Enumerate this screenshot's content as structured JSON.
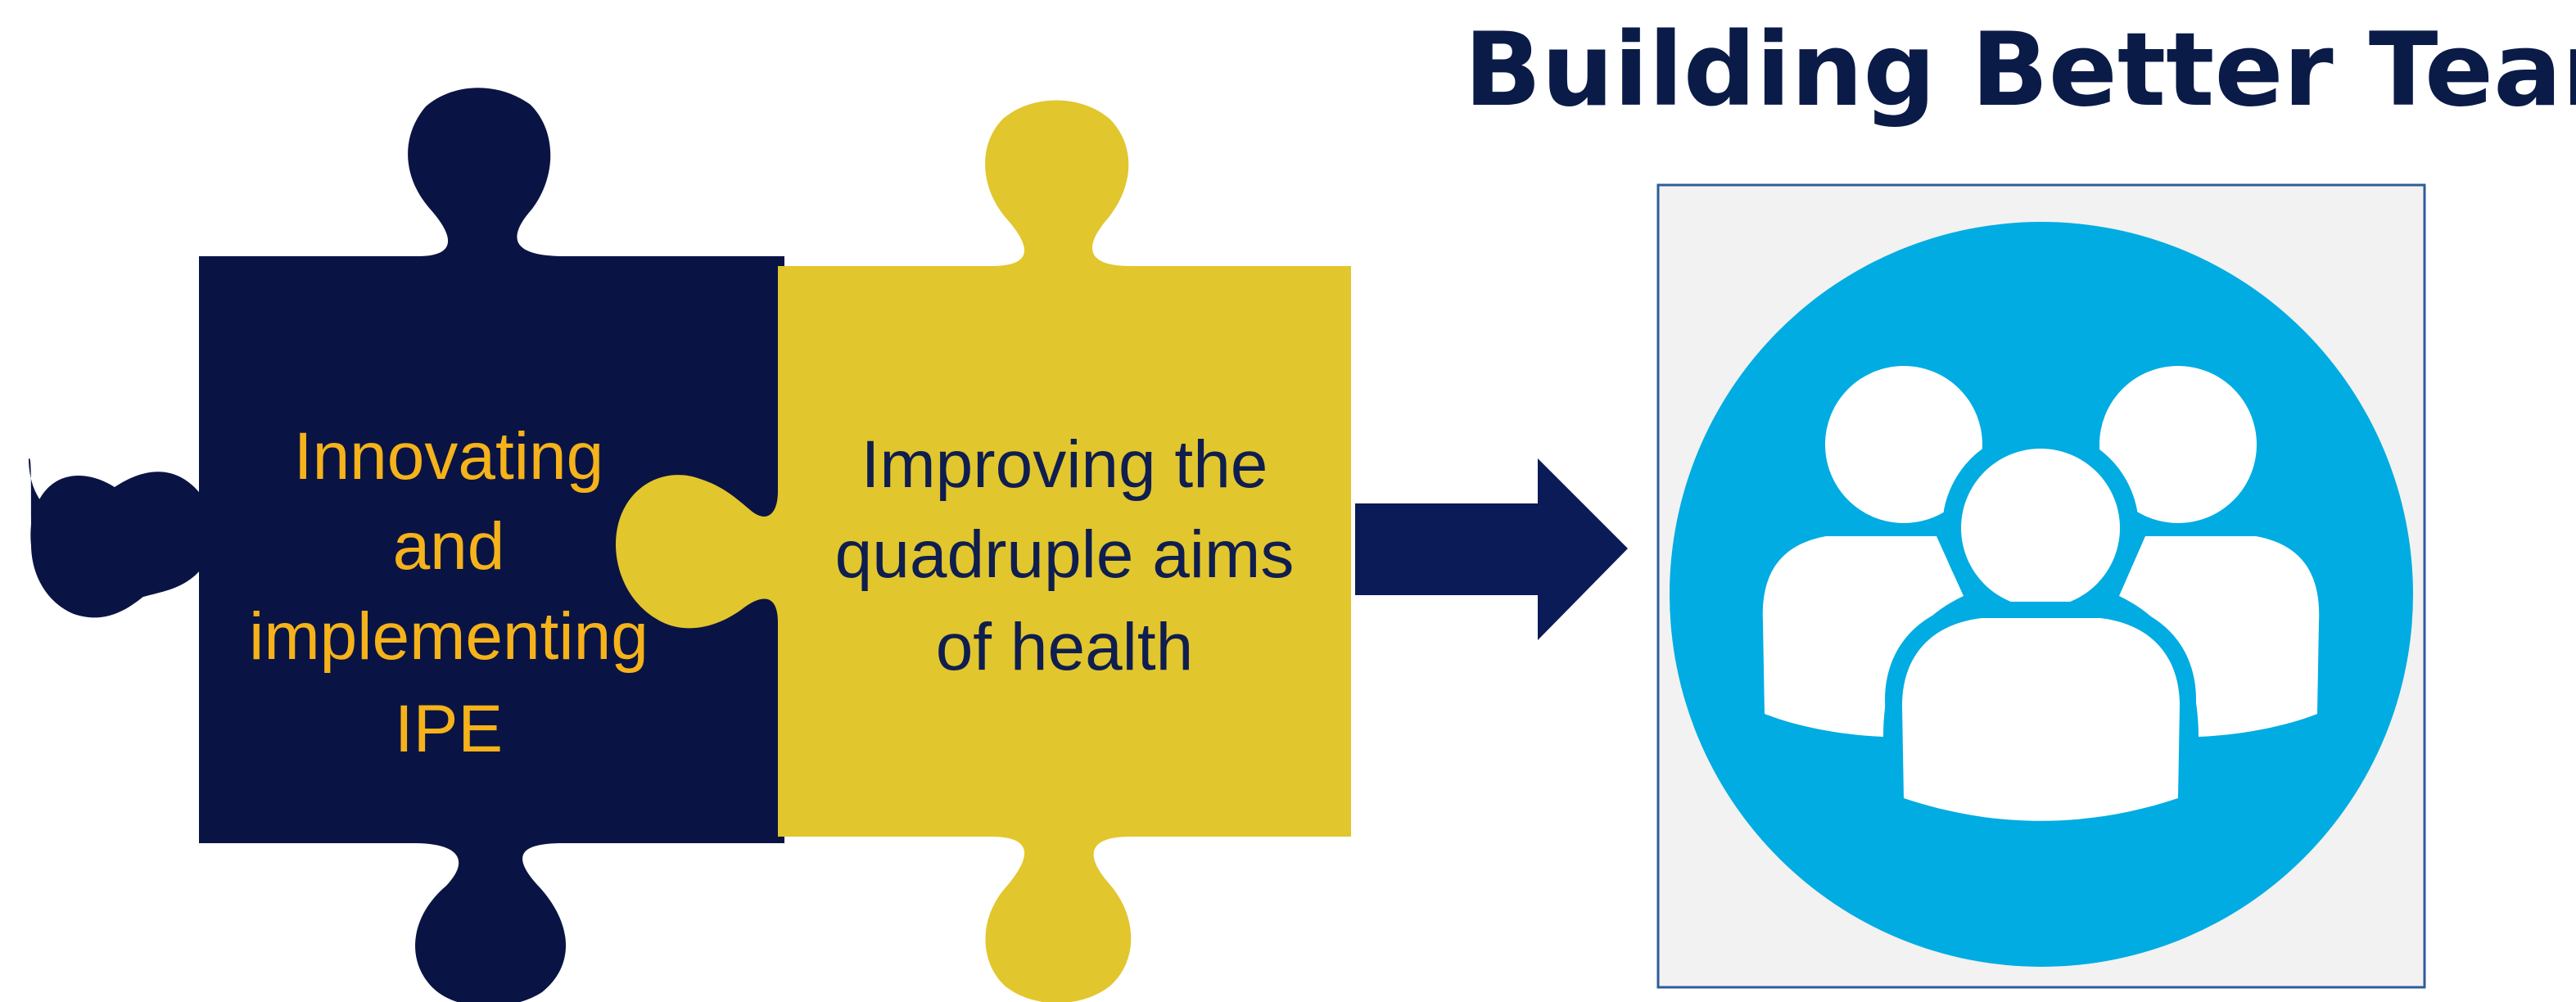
{
  "title": "Building Better Teams",
  "puzzle": {
    "left_piece": {
      "lines": [
        "Innovating",
        "and",
        "implementing",
        "IPE"
      ],
      "fill_color": "#0A1444",
      "text_color": "#F5B21A"
    },
    "right_piece": {
      "lines": [
        "Improving the",
        "quadruple aims",
        "of health"
      ],
      "fill_color": "#E2C62D",
      "text_color": "#0F1E4E"
    }
  },
  "arrow": {
    "color": "#0B1B57"
  },
  "team_icon": {
    "icon": "people-group-icon",
    "circle_color": "#00ACE1",
    "frame_bg": "#F2F2F2",
    "frame_border": "#2E5C9A"
  },
  "colors": {
    "title": "#0B1B48"
  }
}
